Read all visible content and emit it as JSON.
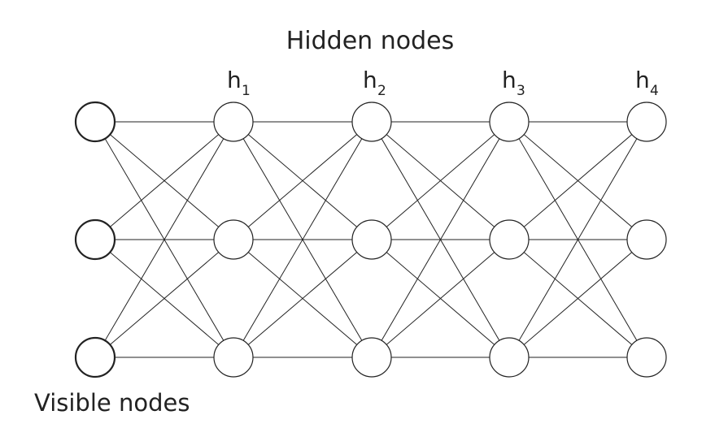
{
  "diagram": {
    "title": "Hidden nodes",
    "visible_label": "Visible nodes",
    "hidden_labels": [
      {
        "main": "h",
        "sub": "1"
      },
      {
        "main": "h",
        "sub": "2"
      },
      {
        "main": "h",
        "sub": "3"
      },
      {
        "main": "h",
        "sub": "4"
      }
    ],
    "layers": [
      {
        "role": "visible",
        "nodes": 3
      },
      {
        "role": "hidden",
        "nodes": 3
      },
      {
        "role": "hidden",
        "nodes": 3
      },
      {
        "role": "hidden",
        "nodes": 3
      },
      {
        "role": "hidden",
        "nodes": 3
      }
    ],
    "connectivity": "fully-connected-adjacent-layers",
    "colors": {
      "line": "#222222",
      "node_fill": "#ffffff"
    }
  }
}
